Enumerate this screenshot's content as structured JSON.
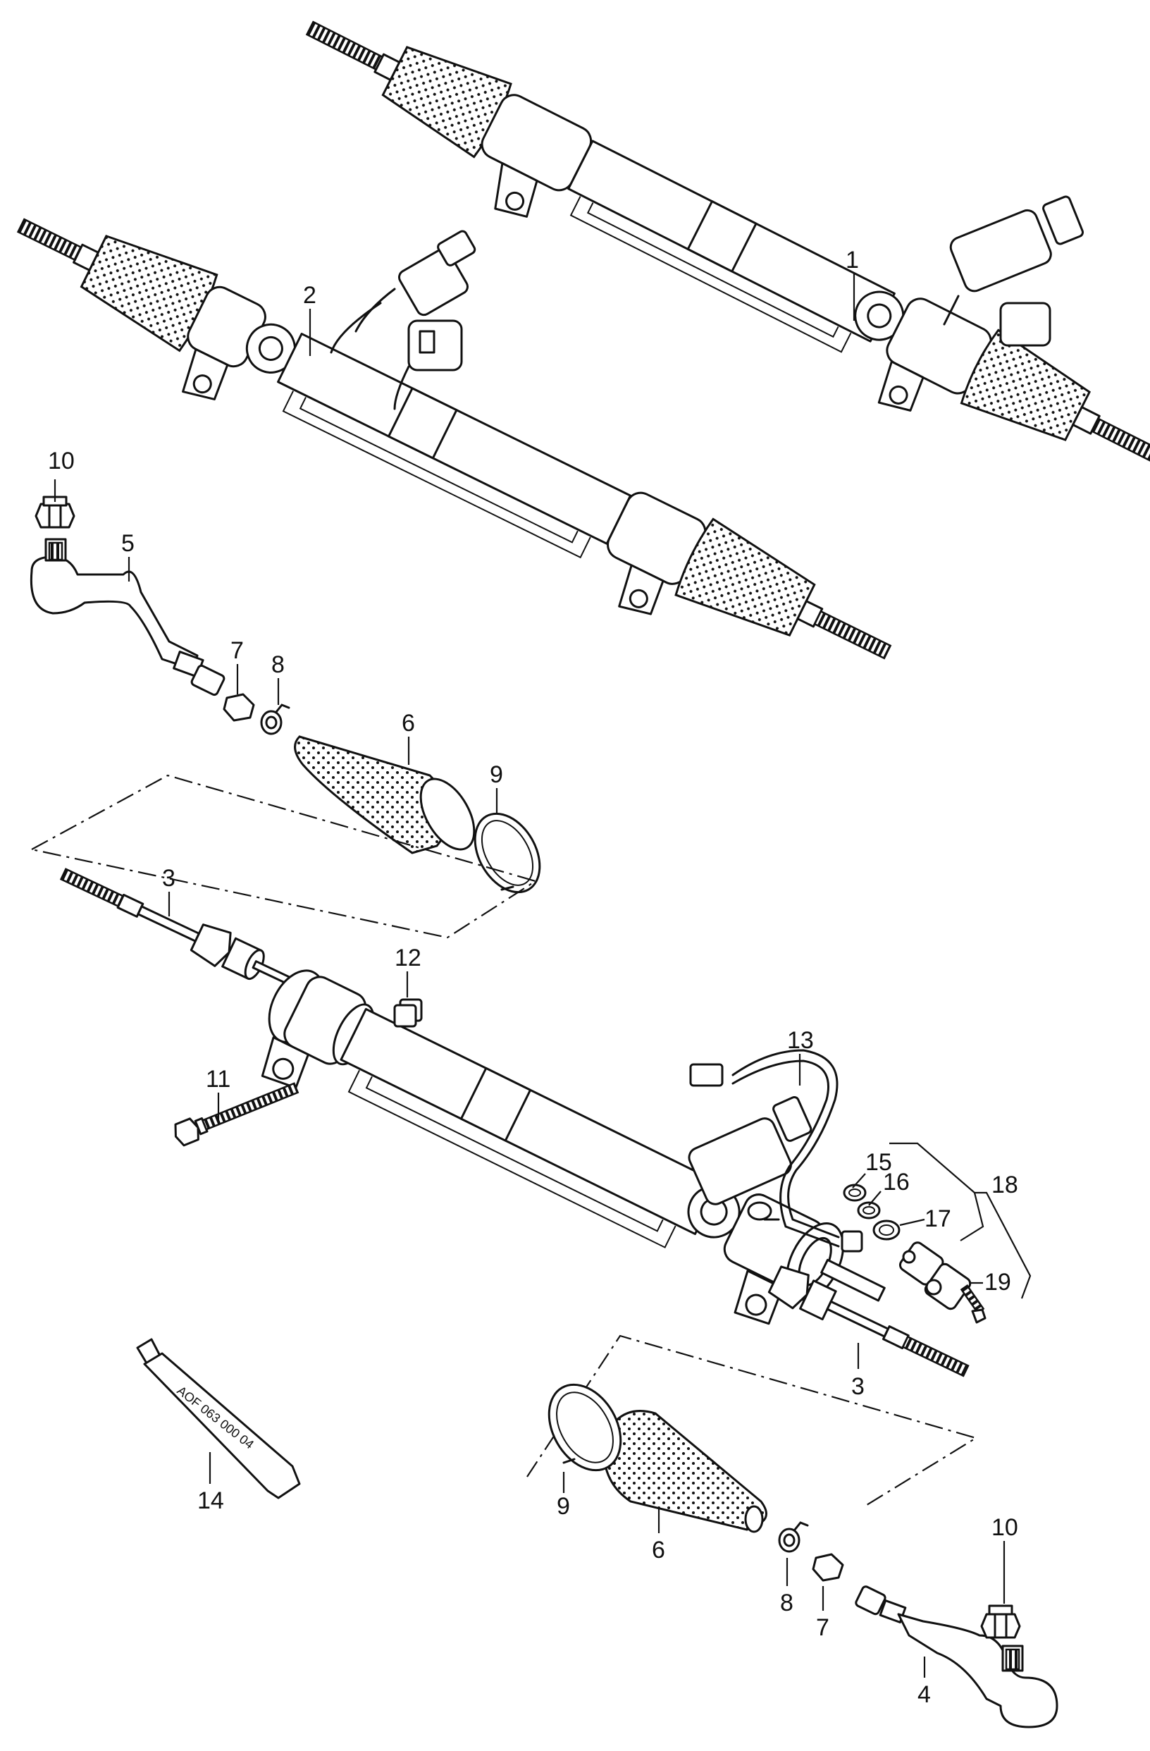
{
  "diagram": {
    "callouts": {
      "c1": "1",
      "c2": "2",
      "c3a": "3",
      "c3b": "3",
      "c4": "4",
      "c5": "5",
      "c6a": "6",
      "c6b": "6",
      "c7a": "7",
      "c7b": "7",
      "c8a": "8",
      "c8b": "8",
      "c9a": "9",
      "c9b": "9",
      "c10a": "10",
      "c10b": "10",
      "c11": "11",
      "c12": "12",
      "c13": "13",
      "c14": "14",
      "c15": "15",
      "c16": "16",
      "c17": "17",
      "c18": "18",
      "c19": "19"
    },
    "tube_label": "AOF 063 000 04"
  }
}
